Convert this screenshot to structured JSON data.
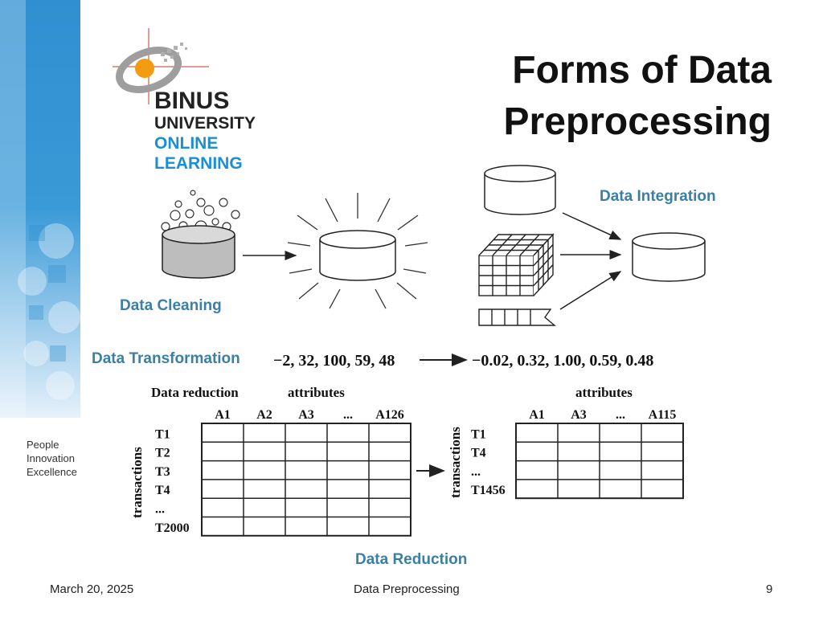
{
  "slide": {
    "title_line1": "Forms of Data",
    "title_line2": "Preprocessing",
    "logo": {
      "line1": "BINUS",
      "line2": "UNIVERSITY",
      "line3": "ONLINE",
      "line4": "LEARNING"
    },
    "tagline": [
      "People",
      "Innovation",
      "Excellence"
    ],
    "labels": {
      "integration": "Data Integration",
      "cleaning": "Data Cleaning",
      "transformation": "Data Transformation",
      "reduction": "Data Reduction"
    },
    "transformation": {
      "before": "−2, 32, 100, 59, 48",
      "after": "−0.02, 0.32, 1.00, 0.59, 0.48"
    },
    "reduction": {
      "heading": "Data reduction",
      "attributes_label": "attributes",
      "transactions_label": "transactions",
      "left_columns": [
        "A1",
        "A2",
        "A3",
        "...",
        "A126"
      ],
      "left_rows": [
        "T1",
        "T2",
        "T3",
        "T4",
        "...",
        "T2000"
      ],
      "right_columns": [
        "A1",
        "A3",
        "...",
        "A115"
      ],
      "right_rows": [
        "T1",
        "T4",
        "...",
        "T1456"
      ]
    },
    "colors": {
      "label": "#3b7fa3",
      "sidebar_blue": "#2f8fd0",
      "logo_blue": "#1a8fd6",
      "logo_orange": "#f39c12"
    },
    "footer": {
      "date": "March 20, 2025",
      "center": "Data Preprocessing",
      "page": "9"
    }
  }
}
